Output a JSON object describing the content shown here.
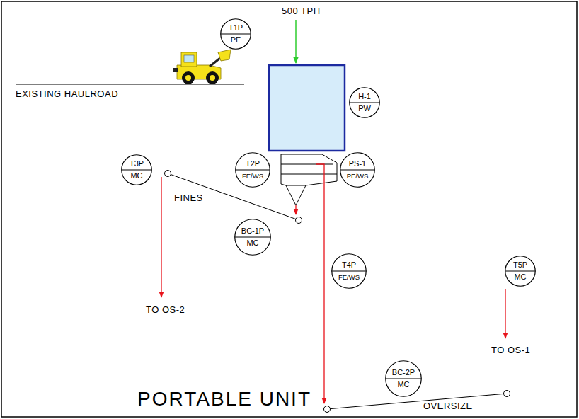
{
  "diagram": {
    "title": "PORTABLE UNIT",
    "nodes": [
      {
        "text": [
          "T1P",
          "PE"
        ]
      },
      {
        "text": [
          "H-1",
          "PW"
        ]
      },
      {
        "text": [
          "T3P",
          "MC"
        ]
      },
      {
        "text": [
          "T2P",
          "FE/WS"
        ]
      },
      {
        "text": [
          "PS-1",
          "PE/WS"
        ]
      },
      {
        "text": [
          "BC-1P",
          "MC"
        ]
      },
      {
        "text": [
          "T4P",
          "FE/WS"
        ]
      },
      {
        "text": [
          "T5P",
          "MC"
        ]
      },
      {
        "text": [
          "BC-2P",
          "MC"
        ]
      }
    ],
    "labels": [
      "500 TPH",
      "EXISTING HAULROAD",
      "FINES",
      "TO OS-2",
      "OVERSIZE",
      "TO OS-1"
    ]
  }
}
